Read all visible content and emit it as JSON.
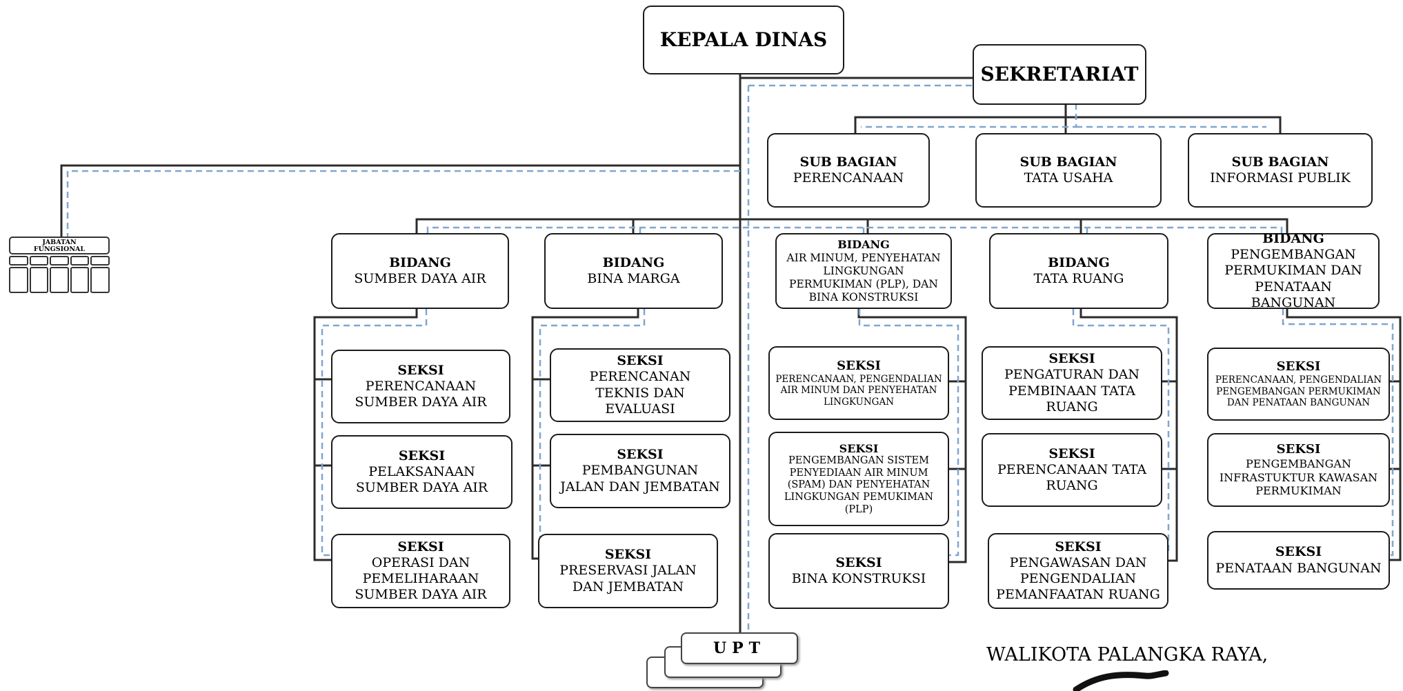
{
  "kepala": {
    "title": "KEPALA DINAS"
  },
  "sekretariat": {
    "title": "SEKRETARIAT"
  },
  "subbagian": [
    {
      "title": "SUB BAGIAN",
      "name": "PERENCANAAN"
    },
    {
      "title": "SUB BAGIAN",
      "name": "TATA USAHA"
    },
    {
      "title": "SUB BAGIAN",
      "name": "INFORMASI PUBLIK"
    }
  ],
  "jabatan": {
    "label_line1": "JABATAN",
    "label_line2": "FUNGSIONAL"
  },
  "bidang": [
    {
      "title": "BIDANG",
      "name": "SUMBER DAYA AIR"
    },
    {
      "title": "BIDANG",
      "name": "BINA MARGA"
    },
    {
      "title": "BIDANG",
      "name": "AIR MINUM, PENYEHATAN LINGKUNGAN PERMUKIMAN (PLP), DAN BINA KONSTRUKSI"
    },
    {
      "title": "BIDANG",
      "name": "TATA RUANG"
    },
    {
      "title": "BIDANG",
      "name": "PENGEMBANGAN PERMUKIMAN DAN PENATAAN BANGUNAN"
    }
  ],
  "seksi": [
    [
      {
        "title": "SEKSI",
        "name": "PERENCANAAN SUMBER DAYA AIR"
      },
      {
        "title": "SEKSI",
        "name": "PELAKSANAAN SUMBER DAYA AIR"
      },
      {
        "title": "SEKSI",
        "name": "OPERASI DAN PEMELIHARAAN SUMBER DAYA AIR"
      }
    ],
    [
      {
        "title": "SEKSI",
        "name": "PERENCANAN TEKNIS DAN EVALUASI"
      },
      {
        "title": "SEKSI",
        "name": "PEMBANGUNAN JALAN DAN JEMBATAN"
      },
      {
        "title": "SEKSI",
        "name": "PRESERVASI JALAN DAN JEMBATAN"
      }
    ],
    [
      {
        "title": "SEKSI",
        "name": "PERENCANAAN, PENGENDALIAN AIR MINUM DAN PENYEHATAN LINGKUNGAN"
      },
      {
        "title": "SEKSI",
        "name": "PENGEMBANGAN SISTEM PENYEDIAAN AIR MINUM (SPAM) DAN PENYEHATAN LINGKUNGAN PEMUKIMAN (PLP)"
      },
      {
        "title": "SEKSI",
        "name": "BINA KONSTRUKSI"
      }
    ],
    [
      {
        "title": "SEKSI",
        "name": "PENGATURAN DAN PEMBINAAN TATA RUANG"
      },
      {
        "title": "SEKSI",
        "name": "PERENCANAAN TATA RUANG"
      },
      {
        "title": "SEKSI",
        "name": "PENGAWASAN DAN PENGENDALIAN PEMANFAATAN RUANG"
      }
    ],
    [
      {
        "title": "SEKSI",
        "name": "PERENCANAAN, PENGENDALIAN PENGEMBANGAN PERMUKIMAN DAN PENATAAN BANGUNAN"
      },
      {
        "title": "SEKSI",
        "name": "PENGEMBANGAN INFRASTUKTUR KAWASAN PERMUKIMAN"
      },
      {
        "title": "SEKSI",
        "name": "PENATAAN BANGUNAN"
      }
    ]
  ],
  "upt": {
    "label": "UPT"
  },
  "signature": {
    "text": "WALIKOTA PALANGKA RAYA,"
  },
  "colors": {
    "line": "#2b2b2b",
    "dashed": "#7fa6d0"
  }
}
